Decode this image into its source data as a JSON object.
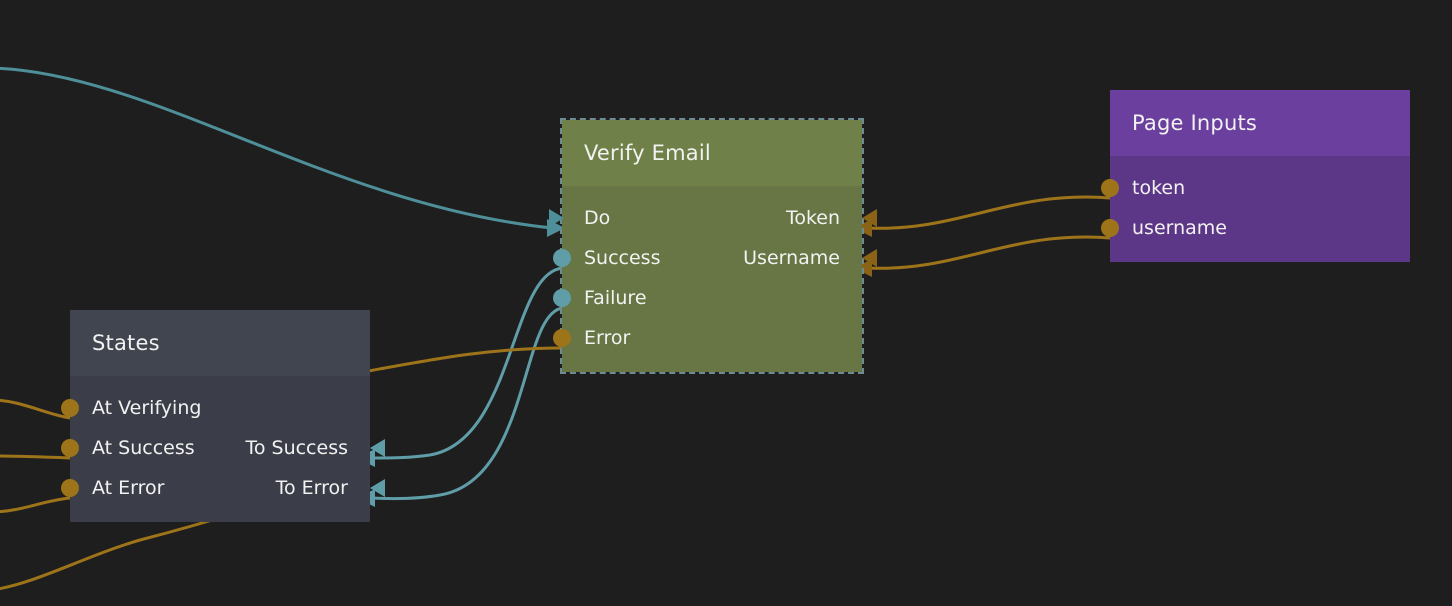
{
  "editor": {
    "name": "node-graph-editor",
    "background_color": "#1e1e1e"
  },
  "colors": {
    "exec_wire": "#4e8f99",
    "data_wire": "#9d7419",
    "exec_port": "#5f9ea8",
    "data_port": "#9d7419",
    "green_node_header": "#6f8148",
    "green_node_body": "#677644",
    "slate_node_header": "#41454f",
    "slate_node_body": "#3b3e48",
    "purple_node_header": "#6a3f9e",
    "purple_node_body": "#5d3787",
    "selection_outline": "#6d8b91",
    "label_text": "#f2f2f2"
  },
  "nodes": {
    "verify_email": {
      "title": "Verify Email",
      "selected": true,
      "left_ports": [
        {
          "label": "Do",
          "kind": "exec-in-arrow",
          "color": "#4e8f99"
        },
        {
          "label": "Success",
          "kind": "exec-out-dot",
          "color": "#5f9ea8"
        },
        {
          "label": "Failure",
          "kind": "exec-out-dot",
          "color": "#5f9ea8"
        },
        {
          "label": "Error",
          "kind": "data-out-dot",
          "color": "#9d7419"
        }
      ],
      "right_ports": [
        {
          "label": "Token",
          "kind": "data-in-arrow",
          "color": "#8a6317"
        },
        {
          "label": "Username",
          "kind": "data-in-arrow",
          "color": "#8a6317"
        }
      ]
    },
    "states": {
      "title": "States",
      "selected": false,
      "left_ports": [
        {
          "label": "At Verifying",
          "kind": "data-in-dot",
          "color": "#9d7419"
        },
        {
          "label": "At Success",
          "kind": "data-in-dot",
          "color": "#9d7419"
        },
        {
          "label": "At Error",
          "kind": "data-in-dot",
          "color": "#9d7419"
        }
      ],
      "right_ports": [
        {
          "label": "To Success",
          "kind": "exec-in-arrow",
          "color": "#5f9ea8"
        },
        {
          "label": "To Error",
          "kind": "exec-in-arrow",
          "color": "#5f9ea8"
        }
      ]
    },
    "page_inputs": {
      "title": "Page Inputs",
      "selected": false,
      "left_ports": [
        {
          "label": "token",
          "kind": "data-out-dot",
          "color": "#9d7419"
        },
        {
          "label": "username",
          "kind": "data-out-dot",
          "color": "#9d7419"
        }
      ],
      "right_ports": []
    }
  },
  "connections": [
    {
      "name": "incoming-exec-to-do",
      "from": "offscreen-left",
      "to": "verify_email.Do",
      "type": "exec"
    },
    {
      "name": "success-to-states-to-success",
      "from": "verify_email.Success",
      "to": "states.To Success",
      "type": "exec"
    },
    {
      "name": "failure-to-states-to-error",
      "from": "verify_email.Failure",
      "to": "states.To Error",
      "type": "exec"
    },
    {
      "name": "error-to-offscreen",
      "from": "verify_email.Error",
      "to": "offscreen-left",
      "type": "data"
    },
    {
      "name": "page-inputs-token-to-verify-token",
      "from": "page_inputs.token",
      "to": "verify_email.Token",
      "type": "data"
    },
    {
      "name": "page-inputs-username-to-verify-username",
      "from": "page_inputs.username",
      "to": "verify_email.Username",
      "type": "data"
    },
    {
      "name": "at-verifying-from-offscreen",
      "from": "offscreen-left",
      "to": "states.At Verifying",
      "type": "data"
    },
    {
      "name": "at-success-from-offscreen",
      "from": "offscreen-left",
      "to": "states.At Success",
      "type": "data"
    },
    {
      "name": "at-error-from-offscreen",
      "from": "offscreen-left",
      "to": "states.At Error",
      "type": "data"
    },
    {
      "name": "offscreen-bottom-wire",
      "from": "offscreen-left",
      "to": "offscreen-left",
      "type": "data"
    }
  ]
}
